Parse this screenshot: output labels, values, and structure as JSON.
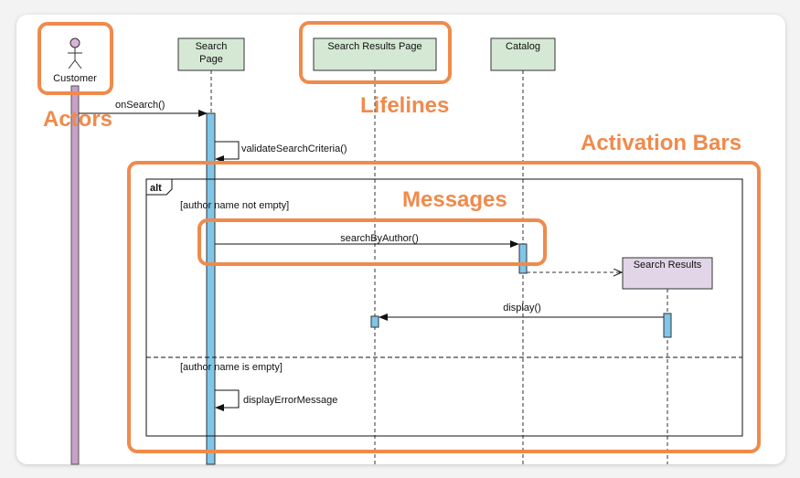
{
  "colors": {
    "highlight": "#f08a4b",
    "lifeline_fill": "#d5e8d4",
    "results_fill": "#e1d5e7",
    "activation_fill": "#7fc6e8",
    "actor_bar_fill": "#c9a0c9"
  },
  "lifelines": {
    "customer": "Customer",
    "search_page_line1": "Search",
    "search_page_line2": "Page",
    "search_results_page": "Search Results Page",
    "catalog": "Catalog",
    "search_results": "Search Results"
  },
  "messages": {
    "on_search": "onSearch()",
    "validate": "validateSearchCriteria()",
    "search_by_author": "searchByAuthor()",
    "display": "display()",
    "display_error": "displayErrorMessage"
  },
  "fragment": {
    "operator": "alt",
    "guard1": "[author name not empty]",
    "guard2": "[author name is empty]"
  },
  "callouts": {
    "actors": "Actors",
    "lifelines": "Lifelines",
    "activation_bars": "Activation Bars",
    "messages": "Messages"
  }
}
